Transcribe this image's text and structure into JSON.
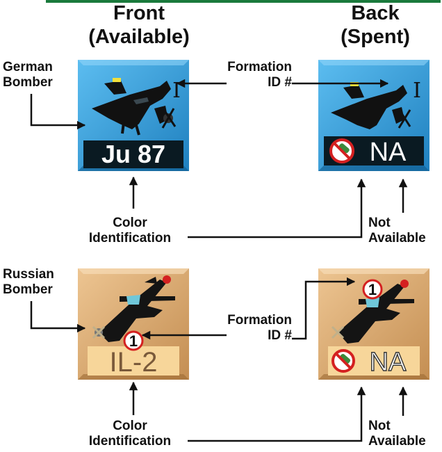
{
  "columns": {
    "front_title": "Front",
    "front_subtitle": "(Available)",
    "back_title": "Back",
    "back_subtitle": "(Spent)"
  },
  "german": {
    "side_label_1": "German",
    "side_label_2": "Bomber",
    "formation_label_1": "Formation",
    "formation_label_2": "ID #",
    "formation_id": "I",
    "front_name": "Ju 87",
    "back_name": "NA",
    "color_label_1": "Color",
    "color_label_2": "Identification",
    "not_available_1": "Not",
    "not_available_2": "Available",
    "counter_color": "#2a9ad6"
  },
  "russian": {
    "side_label_1": "Russian",
    "side_label_2": "Bomber",
    "formation_label_1": "Formation",
    "formation_label_2": "ID #",
    "formation_id": "1",
    "front_name": "IL-2",
    "back_name": "NA",
    "color_label_1": "Color",
    "color_label_2": "Identification",
    "not_available_1": "Not",
    "not_available_2": "Available",
    "counter_color": "#d9a872"
  }
}
